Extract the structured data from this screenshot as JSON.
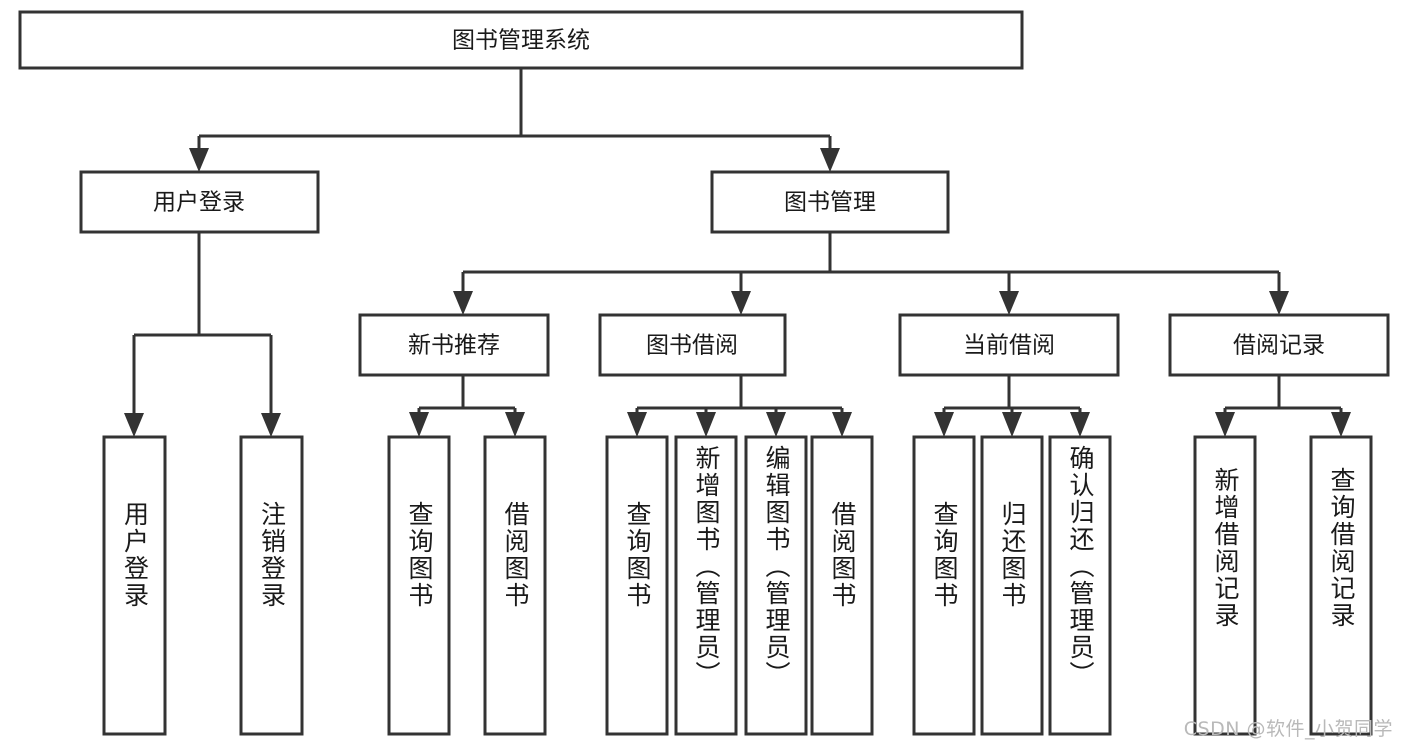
{
  "diagram": {
    "type": "tree",
    "title": "图书管理系统",
    "watermark": "CSDN @软件_小贺同学",
    "colors": {
      "stroke": "#333333",
      "fill": "#ffffff",
      "text": "#1a1a1a",
      "watermark": "#b9b9b9",
      "background": "#ffffff"
    },
    "root": {
      "label": "图书管理系统"
    },
    "level2": [
      {
        "label": "用户登录"
      },
      {
        "label": "图书管理"
      }
    ],
    "level3": [
      {
        "label": "新书推荐"
      },
      {
        "label": "图书借阅"
      },
      {
        "label": "当前借阅"
      },
      {
        "label": "借阅记录"
      }
    ],
    "leaves": {
      "user_login": [
        {
          "label": "用户登录"
        },
        {
          "label": "注销登录"
        }
      ],
      "new_book_recommend": [
        {
          "label": "查询图书"
        },
        {
          "label": "借阅图书"
        }
      ],
      "book_borrow": [
        {
          "label": "查询图书"
        },
        {
          "label": "新增图书（管理员）"
        },
        {
          "label": "编辑图书（管理员）"
        },
        {
          "label": "借阅图书"
        }
      ],
      "current_borrow": [
        {
          "label": "查询图书"
        },
        {
          "label": "归还图书"
        },
        {
          "label": "确认归还（管理员）"
        }
      ],
      "borrow_record": [
        {
          "label": "新增借阅记录"
        },
        {
          "label": "查询借阅记录"
        }
      ]
    }
  }
}
